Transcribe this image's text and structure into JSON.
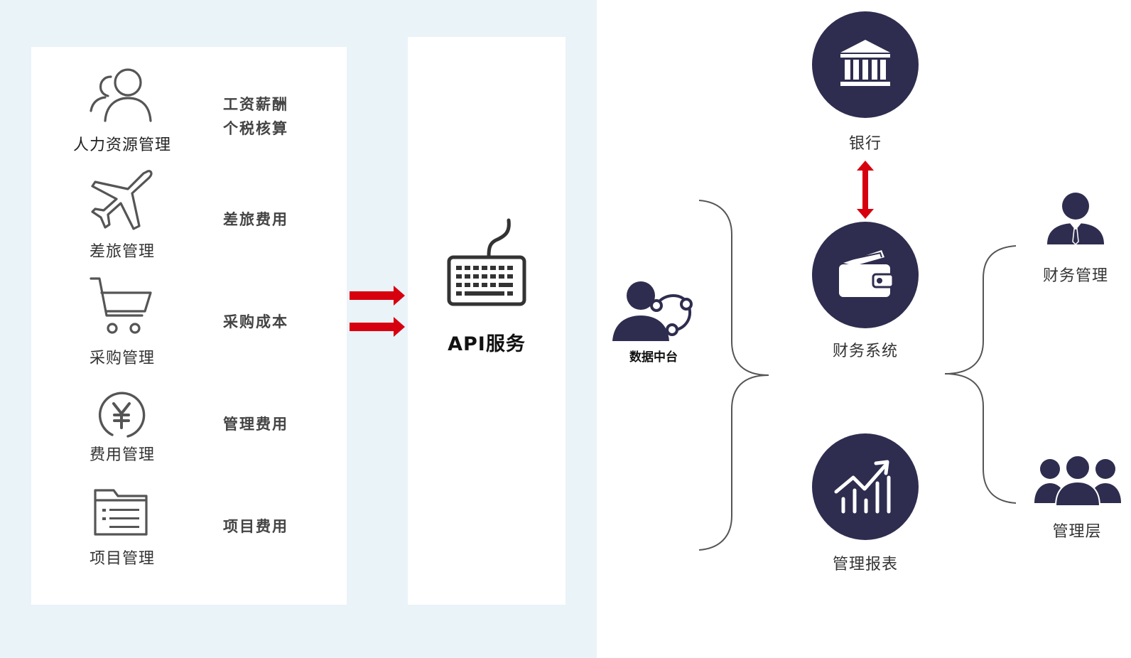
{
  "left_section": {
    "modules": [
      {
        "label": "人力资源管理",
        "icon": "people-icon"
      },
      {
        "label": "差旅管理",
        "icon": "airplane-icon"
      },
      {
        "label": "采购管理",
        "icon": "cart-icon"
      },
      {
        "label": "费用管理",
        "icon": "yen-coin-icon"
      },
      {
        "label": "项目管理",
        "icon": "folder-list-icon"
      }
    ],
    "categories": [
      {
        "line1": "工资薪酬",
        "line2": "个税核算"
      },
      {
        "line1": "差旅费用"
      },
      {
        "line1": "采购成本"
      },
      {
        "line1": "管理费用"
      },
      {
        "line1": "项目费用"
      }
    ]
  },
  "api": {
    "label": "API服务",
    "icon": "keyboard-icon"
  },
  "right_section": {
    "data_center": {
      "label": "数据中台",
      "icon": "data-center-icon"
    },
    "bank": {
      "label": "银行",
      "icon": "bank-icon"
    },
    "finance_system": {
      "label": "财务系统",
      "icon": "wallet-icon"
    },
    "management_report": {
      "label": "管理报表",
      "icon": "chart-up-icon"
    },
    "finance_management": {
      "label": "财务管理",
      "icon": "manager-icon"
    },
    "management_layer": {
      "label": "管理层",
      "icon": "group-icon"
    }
  },
  "colors": {
    "accent_red": "#d7000f",
    "node_navy": "#2e2d4f",
    "left_background": "#eaf3f8",
    "icon_gray": "#555555"
  }
}
